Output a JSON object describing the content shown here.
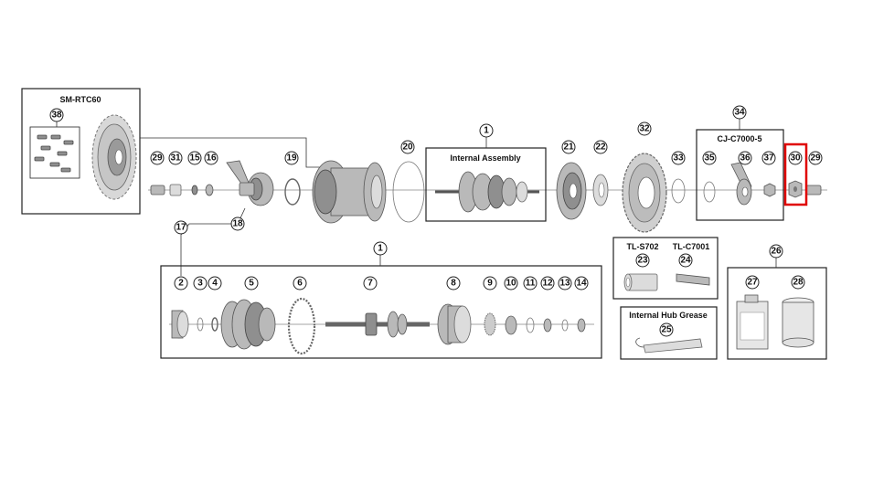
{
  "groups": {
    "disc_rotor": "SM-RTC60",
    "internal_assembly": "Internal Assembly",
    "cassette_joint": "CJ-C7000-5",
    "tools": [
      "TL-S702",
      "TL-C7001"
    ],
    "grease": "Internal Hub Grease"
  },
  "callouts": {
    "n1a": "1",
    "n1b": "1",
    "n2": "2",
    "n3": "3",
    "n4": "4",
    "n5": "5",
    "n6": "6",
    "n7": "7",
    "n8": "8",
    "n9": "9",
    "n10": "10",
    "n11": "11",
    "n12": "12",
    "n13": "13",
    "n14": "14",
    "n15": "15",
    "n16": "16",
    "n17": "17",
    "n18": "18",
    "n19": "19",
    "n20": "20",
    "n21": "21",
    "n22": "22",
    "n23": "23",
    "n24": "24",
    "n25": "25",
    "n26": "26",
    "n27": "27",
    "n28": "28",
    "n29a": "29",
    "n29b": "29",
    "n30": "30",
    "n31": "31",
    "n32": "32",
    "n33": "33",
    "n34": "34",
    "n35": "35",
    "n36": "36",
    "n37": "37",
    "n38": "38"
  },
  "selected_part": "30",
  "highlight_color": "#e00000"
}
